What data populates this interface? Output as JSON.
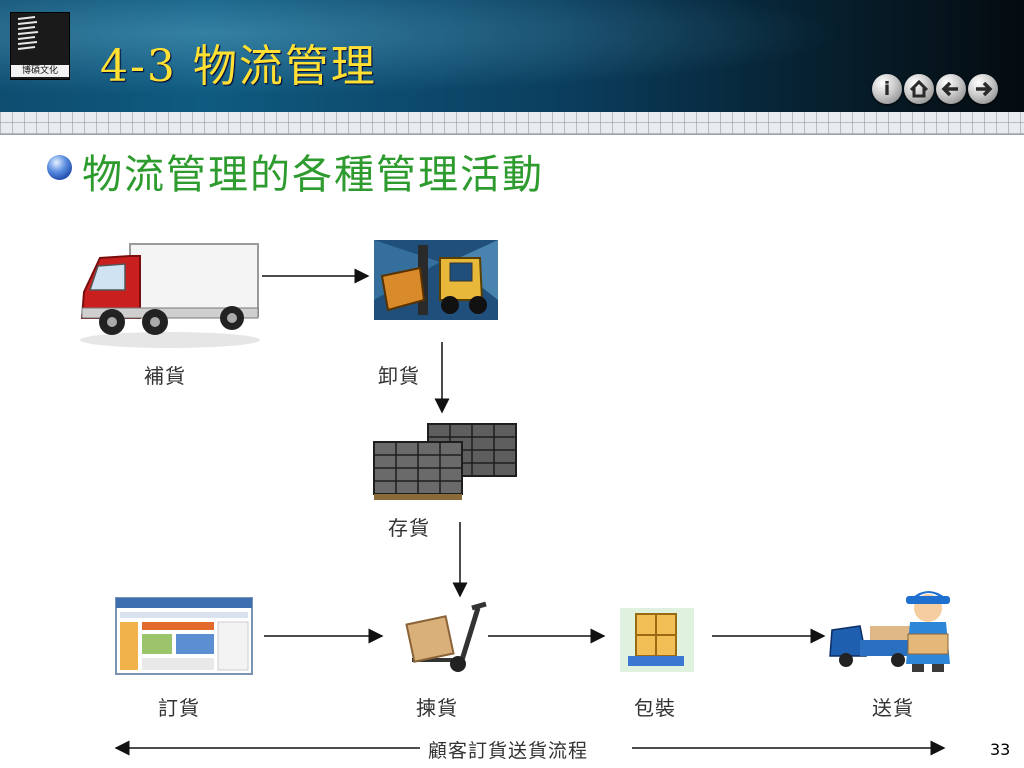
{
  "header": {
    "logo_text": "博碩文化",
    "title": "4-3  物流管理",
    "nav": {
      "info_icon": "info-icon",
      "home_icon": "home-icon",
      "back_icon": "back-arrow-icon",
      "forward_icon": "forward-arrow-icon"
    }
  },
  "bullet": {
    "text": "物流管理的各種管理活動"
  },
  "diagram": {
    "nodes": {
      "replenish": "補貨",
      "unload": "卸貨",
      "storage": "存貨",
      "order": "訂貨",
      "picking": "揀貨",
      "packing": "包裝",
      "delivery": "送貨"
    },
    "flow_caption": "顧客訂貨送貨流程"
  },
  "page_number": "33",
  "colors": {
    "title": "#ffe033",
    "subtitle": "#2d9b2d",
    "header_dark": "#05141c",
    "header_teal": "#0f5a80"
  }
}
